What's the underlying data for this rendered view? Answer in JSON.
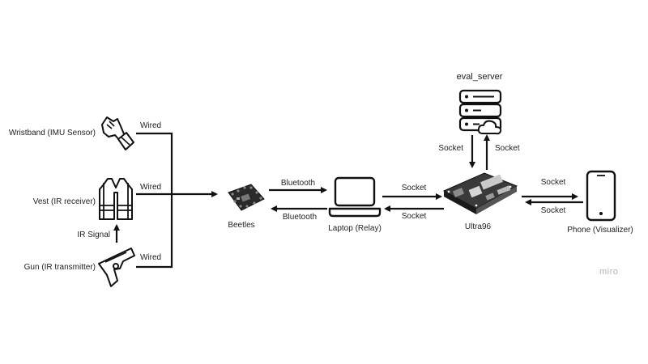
{
  "devices": {
    "wristband": "Wristband (IMU Sensor)",
    "vest": "Vest (IR receiver)",
    "gun": "Gun (IR transmitter)",
    "beetles": "Beetles",
    "laptop": "Laptop (Relay)",
    "ultra96": "Ultra96",
    "phone": "Phone (Visualizer)",
    "eval_server": "eval_server"
  },
  "links": {
    "wristband_wired": "Wired",
    "vest_wired": "Wired",
    "gun_wired": "Wired",
    "ir_signal": "IR Signal",
    "beetles_to_laptop": "Bluetooth",
    "laptop_to_beetles": "Bluetooth",
    "laptop_to_ultra96": "Socket",
    "ultra96_to_laptop": "Socket",
    "ultra96_to_eval": "Socket",
    "eval_to_ultra96": "Socket",
    "ultra96_to_phone": "Socket",
    "phone_to_ultra96": "Socket"
  },
  "watermark": "miro",
  "colors": {
    "line": "#111111",
    "text": "#222222",
    "watermark": "#b4b4b4"
  }
}
